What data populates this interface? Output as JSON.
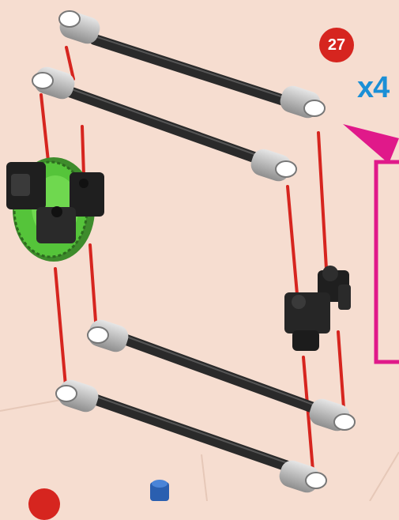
{
  "step": {
    "number": "27"
  },
  "quantity": {
    "label": "x4"
  },
  "colors": {
    "background": "#f6ddd0",
    "badge": "#d6251f",
    "quantity_text": "#1b8fd6",
    "frame": "#e0198a",
    "guide_line": "#d6251f",
    "gear": "#55c43a",
    "rod": "#2a2a2a",
    "connector": "#c9c9c9"
  },
  "parts": {
    "rods": "black-rod",
    "gear": "green-gear",
    "connectors": "black-connector-block"
  }
}
